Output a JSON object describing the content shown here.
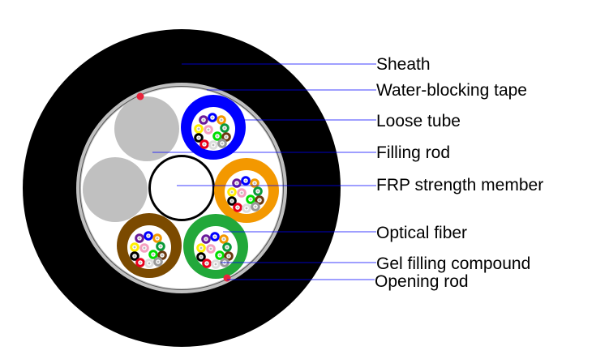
{
  "title": "Optical fiber cable cross-section",
  "colors": {
    "sheath": "#000000",
    "tape": "#c0c0c0",
    "tape_line": "#555555",
    "core_fill": "#ffffff",
    "filling_rod": "#c0c0c0",
    "frp_outline": "#000000",
    "opening_rod": "#e8243c",
    "leader_line": "#0000ff"
  },
  "loose_tubes": [
    {
      "name": "blue",
      "color": "#0000ff"
    },
    {
      "name": "orange",
      "color": "#f39800"
    },
    {
      "name": "green",
      "color": "#22a83a"
    },
    {
      "name": "brown",
      "color": "#7b4a00"
    }
  ],
  "fiber_colors": [
    {
      "name": "purple",
      "color": "#6a1b9a"
    },
    {
      "name": "blue",
      "color": "#0000ff"
    },
    {
      "name": "orange",
      "color": "#f39800"
    },
    {
      "name": "yellow",
      "color": "#ffee00"
    },
    {
      "name": "pink",
      "color": "#f4a0c0"
    },
    {
      "name": "dark-green",
      "color": "#0a9a3a"
    },
    {
      "name": "lime-green",
      "color": "#00dd00"
    },
    {
      "name": "black",
      "color": "#000000"
    },
    {
      "name": "brown",
      "color": "#6b3a10"
    },
    {
      "name": "red",
      "color": "#e8001c"
    },
    {
      "name": "white",
      "color": "#dddddd"
    },
    {
      "name": "gray",
      "color": "#999999"
    }
  ],
  "labels": [
    {
      "id": "sheath",
      "text": "Sheath"
    },
    {
      "id": "water-blocking-tape",
      "text": "Water-blocking tape"
    },
    {
      "id": "loose-tube",
      "text": "Loose tube"
    },
    {
      "id": "filling-rod",
      "text": "Filling rod"
    },
    {
      "id": "frp-strength-member",
      "text": "FRP strength member"
    },
    {
      "id": "optical-fiber",
      "text": "Optical fiber"
    },
    {
      "id": "gel-filling-compound",
      "text": "Gel filling compound"
    },
    {
      "id": "opening-rod",
      "text": "Opening rod"
    }
  ]
}
